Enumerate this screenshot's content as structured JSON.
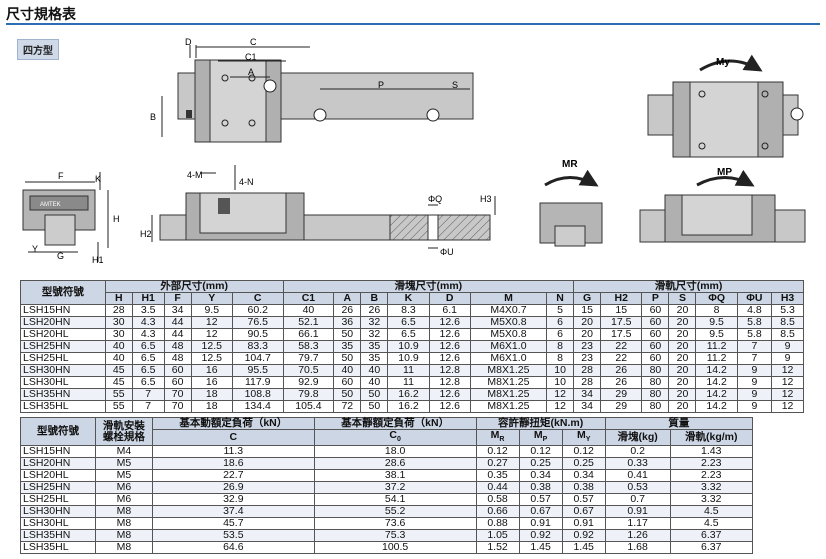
{
  "header": {
    "title": "尺寸規格表",
    "tag": "四方型"
  },
  "diagram_labels": {
    "D": "D",
    "C": "C",
    "C1": "C1",
    "A": "A",
    "B": "B",
    "P": "P",
    "S": "S",
    "F": "F",
    "K": "K",
    "H": "H",
    "Y": "Y",
    "G": "G",
    "H1": "H1",
    "four_M": "4-M",
    "four_N": "4-N",
    "H2": "H2",
    "PhiQ": "ΦQ",
    "H3": "H3",
    "PhiU": "ΦU",
    "My": "My",
    "MR": "MR",
    "MP": "MP",
    "brand": "AMTEK"
  },
  "table1": {
    "group_headers": {
      "model": "型號符號",
      "outer": "外部尺寸(mm)",
      "block": "滑塊尺寸(mm)",
      "rail": "滑軌尺寸(mm)"
    },
    "columns": [
      "H",
      "H1",
      "F",
      "Y",
      "C",
      "C1",
      "A",
      "B",
      "K",
      "D",
      "M",
      "N",
      "G",
      "H2",
      "P",
      "S",
      "ΦQ",
      "ΦU",
      "H3"
    ],
    "rows": [
      [
        "LSH15HN",
        "28",
        "3.5",
        "34",
        "9.5",
        "60.2",
        "40",
        "26",
        "26",
        "8.3",
        "6.1",
        "M4X0.7",
        "5",
        "15",
        "15",
        "60",
        "20",
        "8",
        "4.8",
        "5.3"
      ],
      [
        "LSH20HN",
        "30",
        "4.3",
        "44",
        "12",
        "76.5",
        "52.1",
        "36",
        "32",
        "6.5",
        "12.6",
        "M5X0.8",
        "6",
        "20",
        "17.5",
        "60",
        "20",
        "9.5",
        "5.8",
        "8.5"
      ],
      [
        "LSH20HL",
        "30",
        "4.3",
        "44",
        "12",
        "90.5",
        "66.1",
        "50",
        "32",
        "6.5",
        "12.6",
        "M5X0.8",
        "6",
        "20",
        "17.5",
        "60",
        "20",
        "9.5",
        "5.8",
        "8.5"
      ],
      [
        "LSH25HN",
        "40",
        "6.5",
        "48",
        "12.5",
        "83.3",
        "58.3",
        "35",
        "35",
        "10.9",
        "12.6",
        "M6X1.0",
        "8",
        "23",
        "22",
        "60",
        "20",
        "11.2",
        "7",
        "9"
      ],
      [
        "LSH25HL",
        "40",
        "6.5",
        "48",
        "12.5",
        "104.7",
        "79.7",
        "50",
        "35",
        "10.9",
        "12.6",
        "M6X1.0",
        "8",
        "23",
        "22",
        "60",
        "20",
        "11.2",
        "7",
        "9"
      ],
      [
        "LSH30HN",
        "45",
        "6.5",
        "60",
        "16",
        "95.5",
        "70.5",
        "40",
        "40",
        "11",
        "12.8",
        "M8X1.25",
        "10",
        "28",
        "26",
        "80",
        "20",
        "14.2",
        "9",
        "12"
      ],
      [
        "LSH30HL",
        "45",
        "6.5",
        "60",
        "16",
        "117.9",
        "92.9",
        "60",
        "40",
        "11",
        "12.8",
        "M8X1.25",
        "10",
        "28",
        "26",
        "80",
        "20",
        "14.2",
        "9",
        "12"
      ],
      [
        "LSH35HN",
        "55",
        "7",
        "70",
        "18",
        "108.8",
        "79.8",
        "50",
        "50",
        "16.2",
        "12.6",
        "M8X1.25",
        "12",
        "34",
        "29",
        "80",
        "20",
        "14.2",
        "9",
        "12"
      ],
      [
        "LSH35HL",
        "55",
        "7",
        "70",
        "18",
        "134.4",
        "105.4",
        "72",
        "50",
        "16.2",
        "12.6",
        "M8X1.25",
        "12",
        "34",
        "29",
        "80",
        "20",
        "14.2",
        "9",
        "12"
      ]
    ]
  },
  "table2": {
    "headers": {
      "model": "型號符號",
      "rail_bolt": "滑軌安裝螺栓規格",
      "dyn": "基本動額定負荷（kN）",
      "dyn_sub": "C",
      "stat": "基本靜額定負荷（kN）",
      "stat_sub": "C",
      "torque": "容許靜扭矩(kN.m)",
      "mr": "M",
      "mp": "M",
      "my": "M",
      "mass": "質量",
      "mass_block": "滑塊(kg)",
      "mass_rail": "滑軌(kg/m)"
    },
    "rows": [
      [
        "LSH15HN",
        "M4",
        "11.3",
        "18.0",
        "0.12",
        "0.12",
        "0.12",
        "0.2",
        "1.43"
      ],
      [
        "LSH20HN",
        "M5",
        "18.6",
        "28.6",
        "0.27",
        "0.25",
        "0.25",
        "0.33",
        "2.23"
      ],
      [
        "LSH20HL",
        "M5",
        "22.7",
        "38.1",
        "0.35",
        "0.34",
        "0.34",
        "0.41",
        "2.23"
      ],
      [
        "LSH25HN",
        "M6",
        "26.9",
        "37.2",
        "0.44",
        "0.38",
        "0.38",
        "0.53",
        "3.32"
      ],
      [
        "LSH25HL",
        "M6",
        "32.9",
        "54.1",
        "0.58",
        "0.57",
        "0.57",
        "0.7",
        "3.32"
      ],
      [
        "LSH30HN",
        "M8",
        "37.4",
        "55.2",
        "0.66",
        "0.67",
        "0.67",
        "0.91",
        "4.5"
      ],
      [
        "LSH30HL",
        "M8",
        "45.7",
        "73.6",
        "0.88",
        "0.91",
        "0.91",
        "1.17",
        "4.5"
      ],
      [
        "LSH35HN",
        "M8",
        "53.5",
        "75.3",
        "1.05",
        "0.92",
        "0.92",
        "1.26",
        "6.37"
      ],
      [
        "LSH35HL",
        "M8",
        "64.6",
        "100.5",
        "1.52",
        "1.45",
        "1.45",
        "1.68",
        "6.37"
      ]
    ]
  }
}
